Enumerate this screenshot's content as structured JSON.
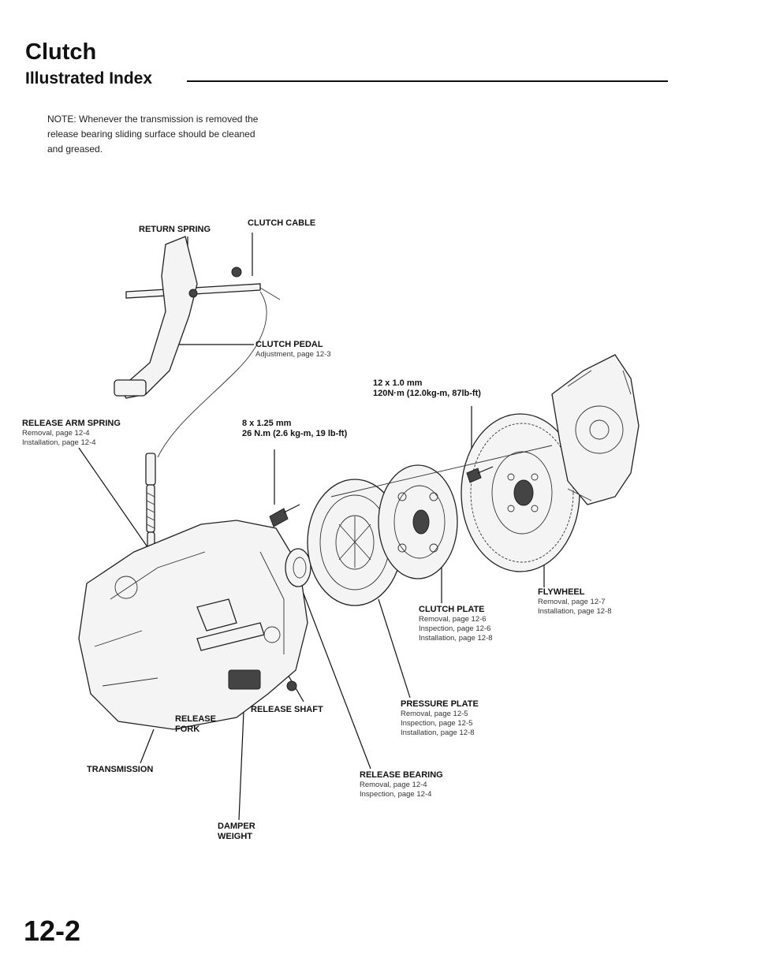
{
  "header": {
    "section_title": "Clutch",
    "subtitle": "Illustrated Index"
  },
  "note": {
    "line1": "NOTE: Whenever the transmission is removed the",
    "line2": "release bearing sliding surface should be cleaned",
    "line3": "and greased."
  },
  "labels": {
    "return_spring": "RETURN SPRING",
    "clutch_cable": "CLUTCH CABLE",
    "clutch_pedal": "CLUTCH PEDAL",
    "clutch_pedal_adj": "Adjustment, page 12-3",
    "bolt_12": "12 x 1.0 mm",
    "bolt_12_torque": "120N·m (12.0kg-m, 87lb-ft)",
    "release_arm_spring": "RELEASE ARM SPRING",
    "release_arm_spring_removal": "Removal, page 12-4",
    "release_arm_spring_install": "Installation, page 12-4",
    "bolt_8": "8 x 1.25 mm",
    "bolt_8_torque": "26 N.m (2.6 kg-m, 19 lb-ft)",
    "flywheel": "FLYWHEEL",
    "flywheel_removal": "Removal, page 12-7",
    "flywheel_install": "Installation, page 12-8",
    "clutch_plate": "CLUTCH PLATE",
    "clutch_plate_removal": "Removal, page 12-6",
    "clutch_plate_inspection": "Inspection, page 12-6",
    "clutch_plate_install": "Installation, page 12-8",
    "pressure_plate": "PRESSURE PLATE",
    "pressure_plate_removal": "Removal, page 12-5",
    "pressure_plate_inspection": "Inspection, page 12-5",
    "pressure_plate_install": "Installation, page 12-8",
    "release_shaft": "RELEASE SHAFT",
    "release_fork_1": "RELEASE",
    "release_fork_2": "FORK",
    "transmission": "TRANSMISSION",
    "release_bearing": "RELEASE BEARING",
    "release_bearing_removal": "Removal, page 12-4",
    "release_bearing_inspection": "Inspection, page 12-4",
    "damper_weight_1": "DAMPER",
    "damper_weight_2": "WEIGHT"
  },
  "footer": {
    "page_number": "12-2"
  },
  "colors": {
    "ink": "#111111",
    "paper": "#ffffff"
  }
}
